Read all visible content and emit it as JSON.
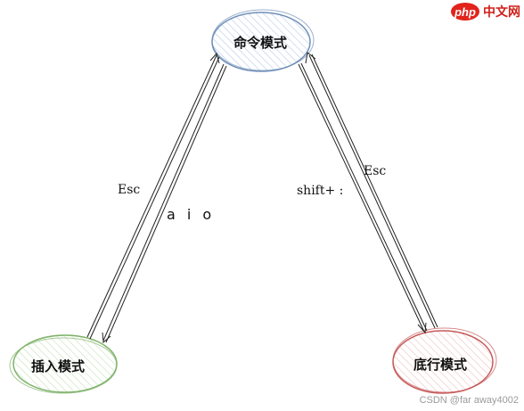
{
  "nodes": {
    "command": {
      "label": "命令模式",
      "stroke": "#6f8fb8",
      "fill": "#dce7f3"
    },
    "insert": {
      "label": "插入模式",
      "stroke": "#7fb26a",
      "fill": "#e3f0d8"
    },
    "bottom": {
      "label": "底行模式",
      "stroke": "#c65a5a",
      "fill": "#f6dcdc"
    }
  },
  "edges": {
    "command_to_insert": {
      "label": "a i o"
    },
    "insert_to_command": {
      "label": "Esc"
    },
    "command_to_bottom": {
      "label": "shift+ :"
    },
    "bottom_to_command": {
      "label": "Esc"
    }
  },
  "logo": {
    "badge": "php",
    "text": "中文网"
  },
  "watermark": "CSDN @far away4002"
}
